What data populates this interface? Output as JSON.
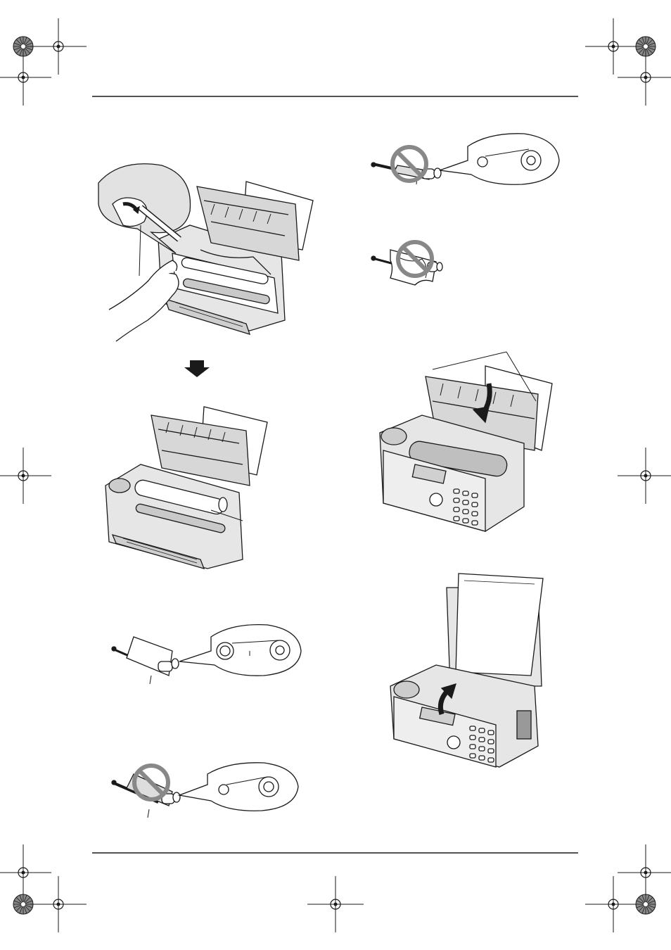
{
  "page": {
    "background": "#ffffff",
    "ink": "#1a1a1a",
    "shade": "#d0d0d0",
    "light_shade": "#eeeeee"
  },
  "illustrations": [
    {
      "id": "remove-old-film",
      "icon": "fax-open-with-hand-illustration"
    },
    {
      "id": "down-arrow",
      "icon": "down-arrow-icon"
    },
    {
      "id": "film-installed",
      "icon": "fax-open-film-installed-illustration"
    },
    {
      "id": "correct-film-roll",
      "icon": "film-roll-correct-illustration"
    },
    {
      "id": "wrong-direction-film",
      "icon": "prohibited-icon"
    },
    {
      "id": "wrong-no-slack",
      "icon": "prohibited-icon"
    },
    {
      "id": "wrong-slack-film",
      "icon": "prohibited-icon"
    },
    {
      "id": "close-cover",
      "icon": "fax-close-cover-illustration"
    },
    {
      "id": "paper-loaded",
      "icon": "fax-paper-loaded-illustration"
    }
  ],
  "registration_marks": 12
}
